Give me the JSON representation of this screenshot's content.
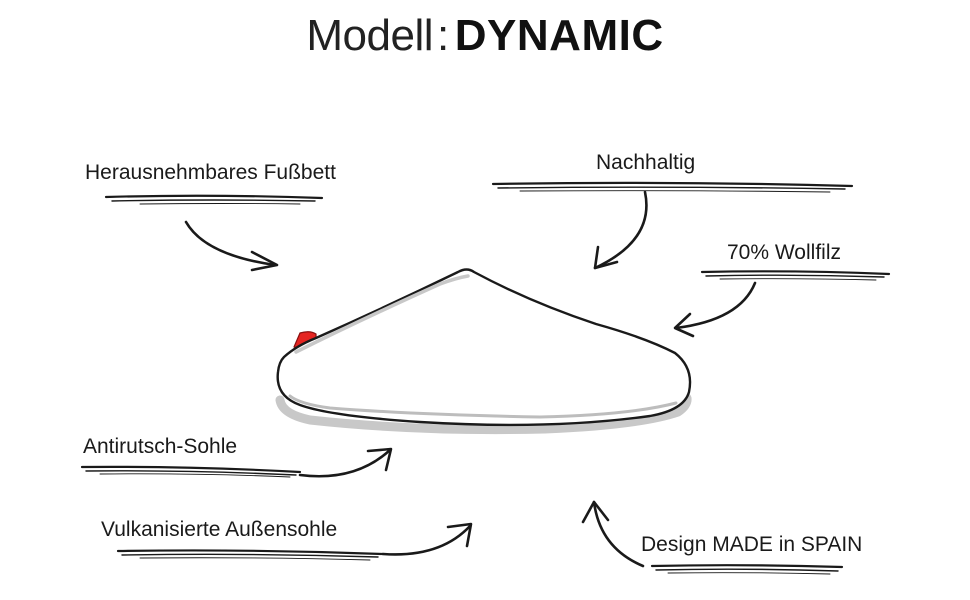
{
  "title": {
    "prefix": "Modell",
    "separator": ":",
    "model": "DYNAMIC"
  },
  "labels": {
    "fussbett": "Herausnehmbares Fußbett",
    "nachhaltig": "Nachhaltig",
    "wollfilz": "70% Wollfilz",
    "antirutsch": "Antirutsch-Sohle",
    "vulkanisiert": "Vulkanisierte Außensohle",
    "design": "Design MADE in SPAIN"
  },
  "colors": {
    "ink": "#1a1a1a",
    "sole": "#c8c8c8",
    "tag": "#e52421"
  }
}
